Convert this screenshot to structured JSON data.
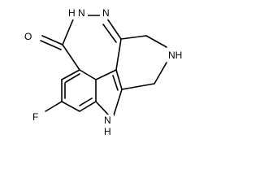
{
  "molecule": {
    "atoms": {
      "carbonyl_oxygen": "O",
      "amide_nitrogen": "H",
      "amide_nitrogen_symbol": "N",
      "imine_nitrogen": "N",
      "amine_nitrogen": "NH",
      "indole_nitrogen": "N",
      "indole_hydrogen": "H",
      "fluorine": "F"
    }
  }
}
